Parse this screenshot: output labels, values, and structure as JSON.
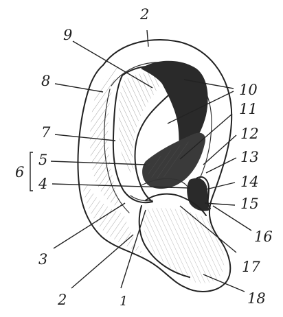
{
  "figure": {
    "labels": [
      {
        "id": "l2top",
        "text": "2"
      },
      {
        "id": "l9",
        "text": "9"
      },
      {
        "id": "l8",
        "text": "8"
      },
      {
        "id": "l10",
        "text": "10"
      },
      {
        "id": "l11",
        "text": "11"
      },
      {
        "id": "l7",
        "text": "7"
      },
      {
        "id": "l12",
        "text": "12"
      },
      {
        "id": "l13",
        "text": "13"
      },
      {
        "id": "l6",
        "text": "6"
      },
      {
        "id": "l5",
        "text": "5"
      },
      {
        "id": "l4",
        "text": "4"
      },
      {
        "id": "l14",
        "text": "14"
      },
      {
        "id": "l15",
        "text": "15"
      },
      {
        "id": "l16",
        "text": "16"
      },
      {
        "id": "l3",
        "text": "3"
      },
      {
        "id": "l17",
        "text": "17"
      },
      {
        "id": "l2bottom",
        "text": "2"
      },
      {
        "id": "l1",
        "text": "1"
      },
      {
        "id": "l18",
        "text": "18"
      }
    ],
    "colors": {
      "ink": "#222222",
      "paper": "#ffffff",
      "shadow": "#2a2a2a"
    }
  }
}
